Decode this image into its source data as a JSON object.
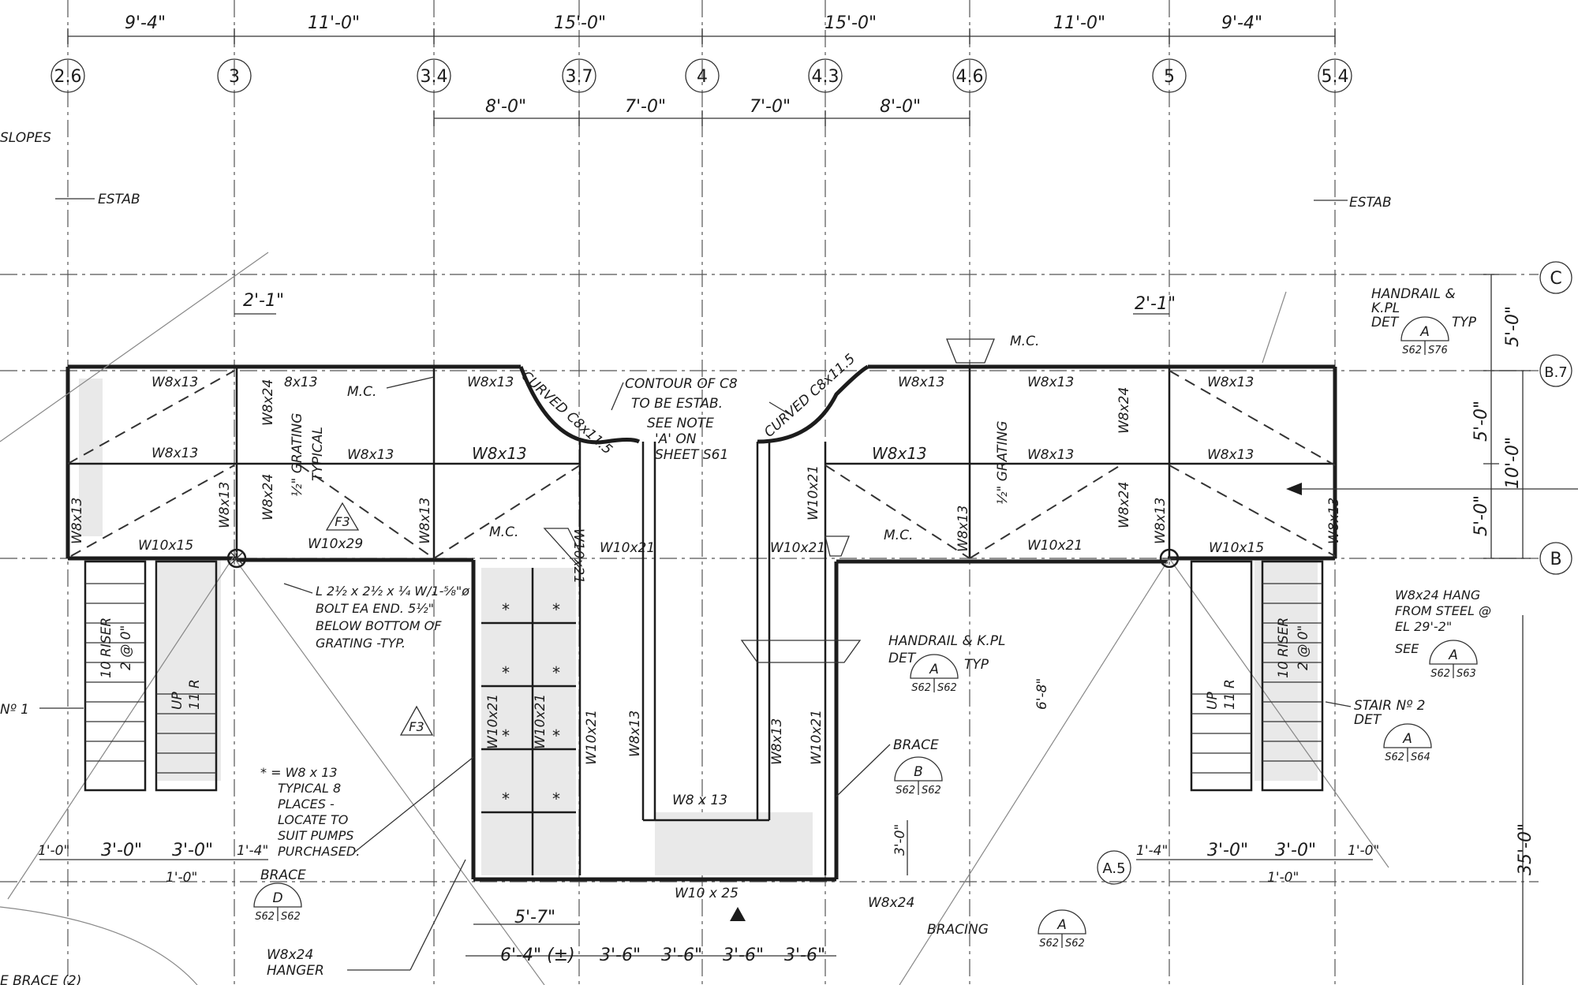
{
  "top_dimensions": [
    "9'-4\"",
    "11'-0\"",
    "15'-0\"",
    "15'-0\"",
    "11'-0\"",
    "9'-4\""
  ],
  "grid_bubbles": [
    "2.6",
    "3",
    "3.4",
    "3.7",
    "4",
    "4.3",
    "4.6",
    "5",
    "5.4"
  ],
  "second_dimensions": [
    "8'-0\"",
    "7'-0\"",
    "7'-0\"",
    "8'-0\""
  ],
  "row_bubbles": [
    "C",
    "B.7",
    "B",
    "A.5"
  ],
  "right_dimensions": [
    "5'-0\"",
    "5'-0\"",
    "10'-0\"",
    "5'-0\"",
    "35'-0\""
  ],
  "labels": {
    "slopes": "SLOPES",
    "estab_left": "ESTAB",
    "estab_right": "ESTAB",
    "dim_2_1_left": "2'-1\"",
    "dim_2_1_right": "2'-1\"",
    "mc_top": "M.C.",
    "mc_left": "M.C.",
    "mc_center_left": "M.C.",
    "mc_center_right": "M.C.",
    "contour_note_1": "CONTOUR OF C8",
    "contour_note_2": "TO BE  ESTAB.",
    "see_note_1": "SEE   NOTE",
    "see_note_2": "'A'     ON",
    "see_note_3": "SHEET S61",
    "curved_left": "CURVED C8x11.5",
    "curved_right": "CURVED C8x11.5",
    "handrail_top_1": "HANDRAIL &",
    "handrail_top_2": "K.PL",
    "handrail_top_3": "DET",
    "typ_top": "TYP",
    "handrail_mid_1": "HANDRAIL & K.PL",
    "handrail_mid_2": "DET",
    "typ_mid": "TYP",
    "angle_note_1": "L 2½ x 2½ x ¼  W/1-⅝\"ø",
    "angle_note_2": "BOLT EA END. 5½\"",
    "angle_note_3": "BELOW BOTTOM OF",
    "angle_note_4": "GRATING -TYP.",
    "star_note_1": "* = W8 x 13",
    "star_note_2": "TYPICAL  8",
    "star_note_3": "PLACES -",
    "star_note_4": "LOCATE TO",
    "star_note_5": "SUIT PUMPS",
    "star_note_6": "PURCHASED.",
    "brace_b": "BRACE",
    "brace_d": "BRACE",
    "hanger_1": "W8x24",
    "hanger_2": "HANGER",
    "bracing": "BRACING",
    "hang_note_1": "W8x24 HANG",
    "hang_note_2": "FROM STEEL @",
    "hang_note_3": "EL 29'-2\"",
    "hang_note_4": "SEE",
    "stair_2_1": "STAIR Nº 2",
    "stair_2_2": "DET",
    "stair_1": "Nº 1",
    "brace_bottom": "E BRACE (2)",
    "grating_a": "½\" GRATING",
    "grating_b": "TYPICAL",
    "grating_c": "½\" GRATING",
    "dim_6_8": "6'-8\"",
    "dim_3_0_vert": "3'-0\"",
    "w10x25": "W10 x 25",
    "w8x24_b": "W8x24",
    "w8x13_u": "W8 x 13"
  },
  "detail_callouts": [
    {
      "letter": "A",
      "ref_left": "S62",
      "ref_right": "S76"
    },
    {
      "letter": "A",
      "ref_left": "S62",
      "ref_right": "S62"
    },
    {
      "letter": "B",
      "ref_left": "S62",
      "ref_right": "S62"
    },
    {
      "letter": "D",
      "ref_left": "S62",
      "ref_right": "S62"
    },
    {
      "letter": "A",
      "ref_left": "S62",
      "ref_right": "S62"
    },
    {
      "letter": "A",
      "ref_left": "S62",
      "ref_right": "S63"
    },
    {
      "letter": "A",
      "ref_left": "S62",
      "ref_right": "S64"
    }
  ],
  "section_flags": [
    "F3",
    "F3"
  ],
  "members": [
    "W8x13",
    "W8x13",
    "W8x13",
    "W8x13",
    "W8x13",
    "W8x13",
    "W8x13",
    "W8x13",
    "W8x13",
    "W8x13",
    "W8x13",
    "W8x13",
    "8x13",
    "W8x24",
    "W8x24",
    "W8x24",
    "W8x24",
    "W10x15",
    "W10x15",
    "W10x29",
    "W10x21",
    "W10x21",
    "W10x21",
    "W10x21",
    "W10x21",
    "W10x21",
    "W10x21",
    "W10x21",
    "W10x21",
    "W8x13",
    "W8x13",
    "W8x13",
    "W8x13",
    "W8x13",
    "W8x13",
    "W8x13"
  ],
  "stairs": [
    {
      "text": "10 RISER",
      "sub": "2 @ 0\""
    },
    {
      "text": "10 RISER",
      "sub": "2 @ 0\""
    },
    {
      "text": "UP",
      "sub": "11 R"
    },
    {
      "text": "UP",
      "sub": "11 R"
    }
  ],
  "bottom_dimensions_left": [
    "1'-0\"",
    "3'-0\"",
    "3'-0\"",
    "1'-4\"",
    "1'-0\""
  ],
  "bottom_dimensions_center": [
    "5'-7\"",
    "6'-4\" (±)",
    "3'-6\"",
    "3'-6\"",
    "3'-6\"",
    "3'-6\""
  ],
  "bottom_dimensions_right": [
    "1'-4\"",
    "3'-0\"",
    "3'-0\"",
    "1'-0\"",
    "1'-0\""
  ]
}
